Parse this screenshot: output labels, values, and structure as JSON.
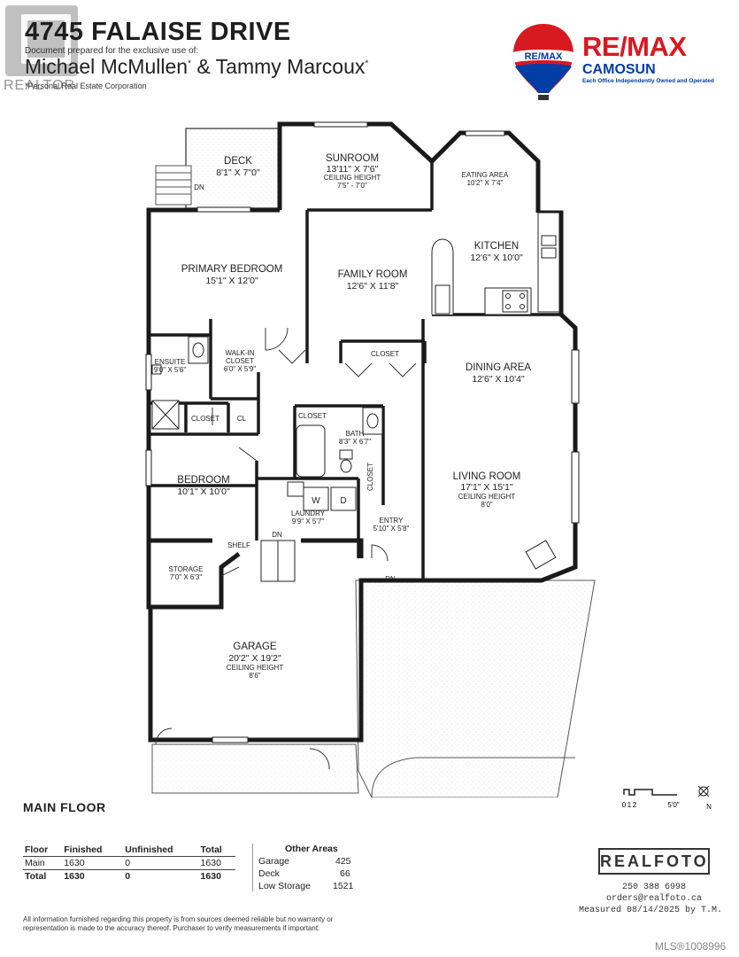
{
  "header": {
    "address": "4745 FALAISE DRIVE",
    "prepared_for": "Document prepared for the exclusive use of:",
    "agents": "Michael McMullen",
    "agents_amp": " & Tammy Marcoux",
    "agents_mark": "*",
    "corporation": "*Personal Real Estate Corporation",
    "realtor_watermark": "REALTOR"
  },
  "brand": {
    "name": "RE/MAX",
    "balloon_text": "RE/MAX",
    "office": "CAMOSUN",
    "tagline": "Each Office Independently Owned and Operated",
    "red": "#d71920",
    "blue": "#003da5"
  },
  "rooms": [
    {
      "name": "DECK",
      "dims": "8'1\" X 7\"0\""
    },
    {
      "name": "SUNROOM",
      "dims": "13'11\" X 7'6\"",
      "note": "CEILING HEIGHT",
      "note2": "7'5\" - 7'0\""
    },
    {
      "name": "EATING AREA",
      "dims": "10'2\" X 7'4\""
    },
    {
      "name": "KITCHEN",
      "dims": "12'6\" X 10'0\""
    },
    {
      "name": "PRIMARY BEDROOM",
      "dims": "15'1\" X 12'0\""
    },
    {
      "name": "FAMILY ROOM",
      "dims": "12'6\" X 11'8\""
    },
    {
      "name": "ENSUITE",
      "dims": "9'0\" X 5'6\""
    },
    {
      "name": "WALK-IN",
      "name2": "CLOSET",
      "dims": "6'0\" X 5'9\""
    },
    {
      "name": "CLOSET"
    },
    {
      "name": "DINING AREA",
      "dims": "12'6\" X 10'4\""
    },
    {
      "name": "CLOSET"
    },
    {
      "name": "CL"
    },
    {
      "name": "CLOSET"
    },
    {
      "name": "BATH",
      "dims": "8'3\" X 6'7\""
    },
    {
      "name": "CLOSET"
    },
    {
      "name": "BEDROOM",
      "dims": "10'1\" X 10'0\""
    },
    {
      "name": "LIVING ROOM",
      "dims": "17'1\" X 15'1\"",
      "note": "CEILING HEIGHT",
      "note2": "8'0\""
    },
    {
      "name": "LAUNDRY",
      "dims": "9'9\" X 5'7\""
    },
    {
      "name": "ENTRY",
      "dims": "5'10\" X 5'8\""
    },
    {
      "name": "SHELF"
    },
    {
      "name": "STORAGE",
      "dims": "7'0\" X 6'3\""
    },
    {
      "name": "GARAGE",
      "dims": "20'2\" X 19'2\"",
      "note": "CEILING HEIGHT",
      "note2": "8'6\""
    }
  ],
  "plan_marks": {
    "dn": "DN",
    "washer": "W",
    "dryer": "D"
  },
  "floor_label": "MAIN FLOOR",
  "scale": {
    "ticks": [
      "0",
      "1",
      "2",
      "5'0\""
    ],
    "north": "N"
  },
  "summary": {
    "headers": [
      "Floor",
      "Finished",
      "Unfinished",
      "Total"
    ],
    "rows": [
      [
        "Main",
        "1630",
        "0",
        "1630"
      ]
    ],
    "total": [
      "Total",
      "1630",
      "0",
      "1630"
    ],
    "other_title": "Other Areas",
    "other": [
      [
        "Garage",
        "425"
      ],
      [
        "Deck",
        "66"
      ],
      [
        "Low Storage",
        "1521"
      ]
    ]
  },
  "disclaimer": "All information furnished regarding this property is from sources deemed reliable but no warranty or representation is made to the accuracy thereof. Purchaser to verify measurements if important.",
  "realfoto": {
    "logo": "REALFOTO",
    "phone": "250 388 6998",
    "email": "orders@realfoto.ca",
    "measured": "Measured 08/14/2025 by T.M."
  },
  "mls": "MLS®1008996"
}
